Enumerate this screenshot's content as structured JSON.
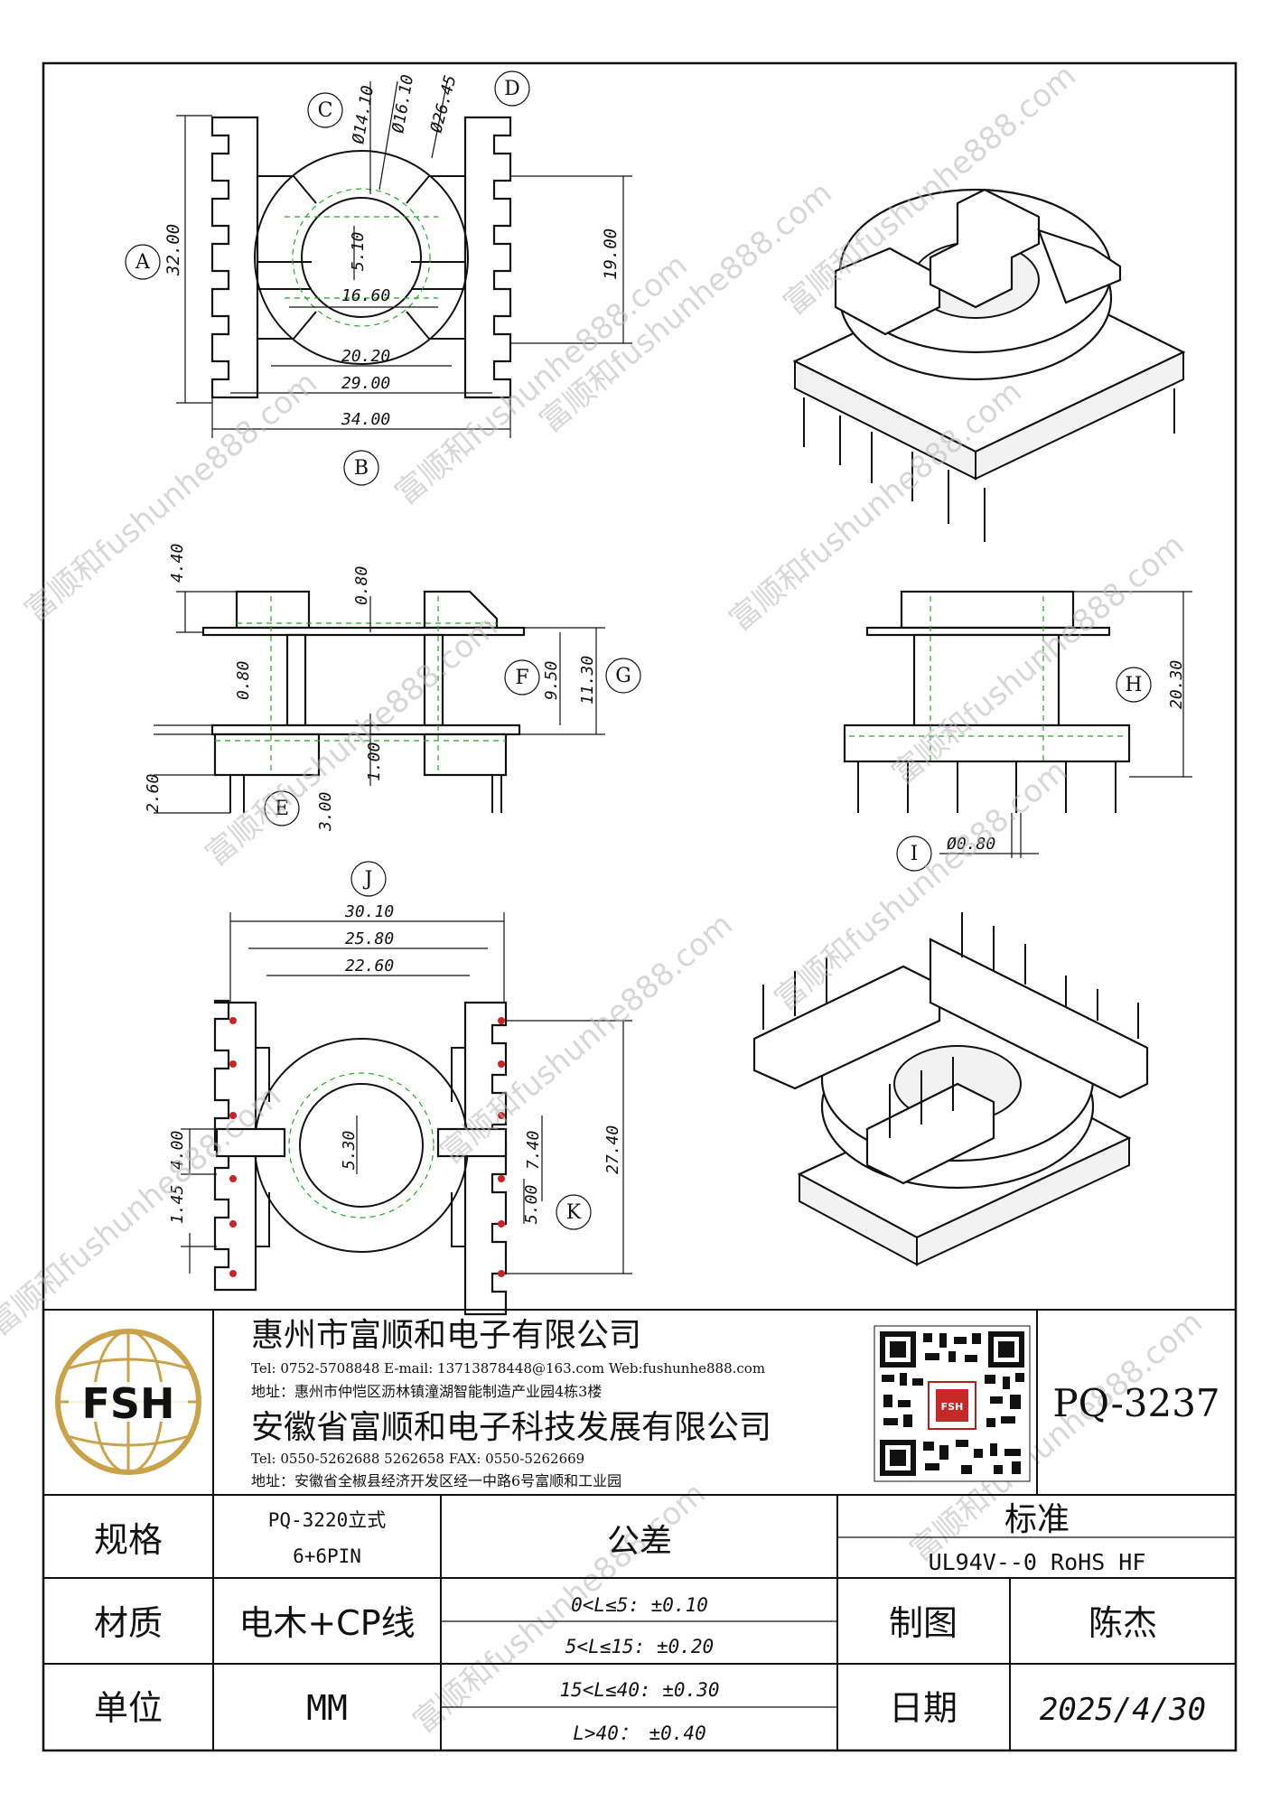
{
  "callouts": [
    "A",
    "B",
    "C",
    "D",
    "E",
    "F",
    "G",
    "H",
    "I",
    "J",
    "K"
  ],
  "top_view_dims": {
    "d_c": "Ø14.10",
    "d_c2": "Ø16.10",
    "d_d": "Ø26.45",
    "h_total": "32.00",
    "h_right": "19.00",
    "v_slot": "5.10",
    "w_inner": "16.60",
    "w_mid": "20.20",
    "w_outer": "29.00",
    "w_total": "34.00"
  },
  "side_view_dims": {
    "top_flange": "4.40",
    "flange_t": "0.80",
    "flange_t2": "0.80",
    "f_height": "9.50",
    "g_height": "11.30",
    "pin_len": "2.60",
    "pin_len2": "3.00",
    "base_gap": "1.00"
  },
  "front_view_dims": {
    "h_total": "20.30",
    "pin_d": "Ø0.80"
  },
  "bottom_view_dims": {
    "w1": "30.10",
    "w2": "25.80",
    "w3": "22.60",
    "h_total": "27.40",
    "slot_w": "4.00",
    "slot_w2": "1.45",
    "center_h": "5.30",
    "pitch": "7.40",
    "pin_pitch": "5.00"
  },
  "watermark": [
    "富顺和fushunhe888.com"
  ],
  "title_block": {
    "logo_text": "FSH",
    "company1": "惠州市富顺和电子有限公司",
    "contact1": "Tel: 0752-5708848  E-mail: 13713878448@163.com  Web:fushunhe888.com",
    "addr1": "地址：惠州市仲恺区沥林镇潼湖智能制造产业园4栋3楼",
    "company2": "安徽省富顺和电子科技发展有限公司",
    "contact2": "Tel:   0550-5262688  5262658      FAX: 0550-5262669",
    "addr2": "地址：安徽省全椒县经济开发区经一中路6号富顺和工业园",
    "qr_badge": "FSH",
    "part_no": "PQ-3237",
    "spec_label": "规格",
    "spec_value1": "PQ-3220立式",
    "spec_value2": "6+6PIN",
    "tolerance_label": "公差",
    "standard_label": "标准",
    "standard_value": "UL94V--0  RoHS HF",
    "material_label": "材质",
    "material_value": "电木+CP线",
    "tol1": "0<L≤5: ±0.10",
    "tol2": "5<L≤15: ±0.20",
    "tol3": "15<L≤40: ±0.30",
    "tol4": "L>40：  ±0.40",
    "drawn_label": "制图",
    "drawn_value": "陈杰",
    "unit_label": "单位",
    "unit_value": "MM",
    "date_label": "日期",
    "date_value": "2025/4/30"
  }
}
